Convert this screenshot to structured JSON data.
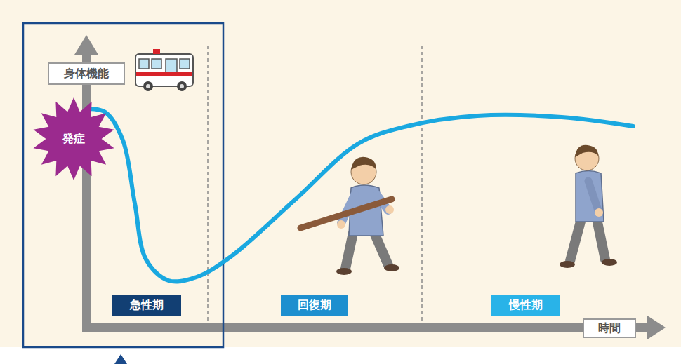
{
  "diagram": {
    "nodes": [
      {
        "text": [
          "身体機能"
        ]
      },
      {
        "text": [
          "発症"
        ]
      },
      {
        "text": [
          "急性期"
        ]
      },
      {
        "text": [
          "回復期"
        ]
      },
      {
        "text": [
          "慢性期"
        ]
      },
      {
        "text": [
          "時間"
        ]
      }
    ]
  }
}
